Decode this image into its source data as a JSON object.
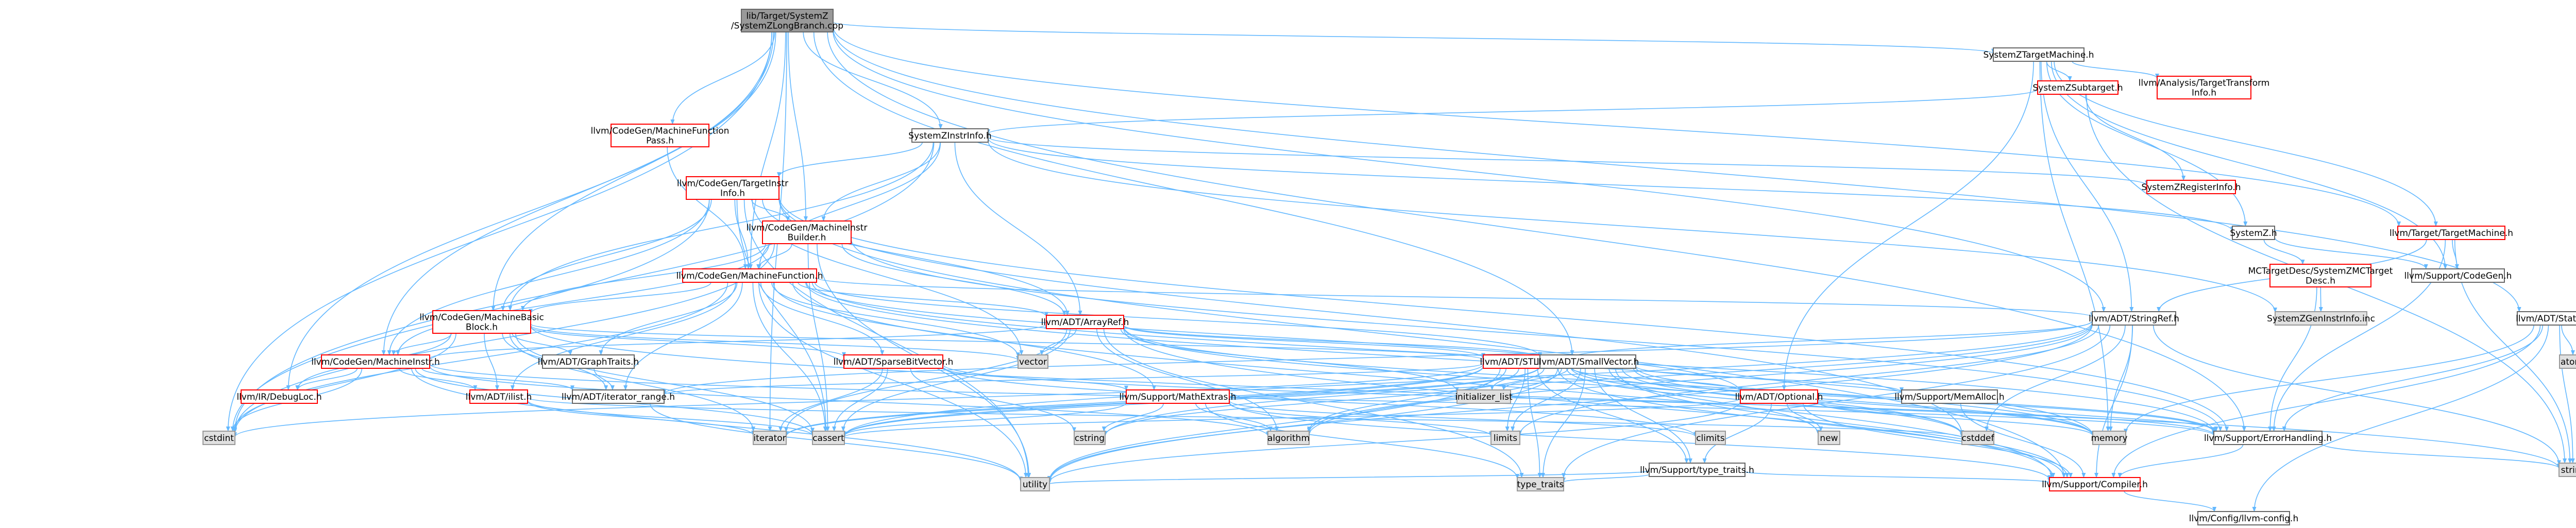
{
  "colors": {
    "root_fill": "#999999",
    "root_border": "#666666",
    "node_fill": "#ffffff",
    "node_border_red": "#ff0000",
    "node_border_normal": "#666666",
    "missing_fill": "#e0e0e0",
    "missing_border": "#999999",
    "edge": "#63b8ff"
  },
  "nodes": [
    {
      "id": "root",
      "lines": [
        "lib/Target/SystemZ",
        "/SystemZLongBranch.cpp"
      ],
      "style": "root"
    },
    {
      "id": "szTM",
      "lines": [
        "SystemZTargetMachine.h"
      ],
      "style": "normal"
    },
    {
      "id": "szST",
      "lines": [
        "SystemZSubtarget.h"
      ],
      "style": "red"
    },
    {
      "id": "tti",
      "lines": [
        "llvm/Analysis/TargetTransform",
        "Info.h"
      ],
      "style": "red"
    },
    {
      "id": "mfp",
      "lines": [
        "llvm/CodeGen/MachineFunction",
        "Pass.h"
      ],
      "style": "red"
    },
    {
      "id": "szII",
      "lines": [
        "SystemZInstrInfo.h"
      ],
      "style": "normal"
    },
    {
      "id": "szRI",
      "lines": [
        "SystemZRegisterInfo.h"
      ],
      "style": "red"
    },
    {
      "id": "tii",
      "lines": [
        "llvm/CodeGen/TargetInstr",
        "Info.h"
      ],
      "style": "red"
    },
    {
      "id": "mib",
      "lines": [
        "llvm/CodeGen/MachineInstr",
        "Builder.h"
      ],
      "style": "red"
    },
    {
      "id": "sz",
      "lines": [
        "SystemZ.h"
      ],
      "style": "normal"
    },
    {
      "id": "tm",
      "lines": [
        "llvm/Target/TargetMachine.h"
      ],
      "style": "red"
    },
    {
      "id": "mf",
      "lines": [
        "llvm/CodeGen/MachineFunction.h"
      ],
      "style": "red"
    },
    {
      "id": "mcdesc",
      "lines": [
        "MCTargetDesc/SystemZMCTarget",
        "Desc.h"
      ],
      "style": "red"
    },
    {
      "id": "codegen",
      "lines": [
        "llvm/Support/CodeGen.h"
      ],
      "style": "normal"
    },
    {
      "id": "szgen",
      "lines": [
        "SystemZGenInstrInfo.inc"
      ],
      "style": "missing"
    },
    {
      "id": "stringref",
      "lines": [
        "llvm/ADT/StringRef.h"
      ],
      "style": "normal"
    },
    {
      "id": "statistic",
      "lines": [
        "llvm/ADT/Statistic.h"
      ],
      "style": "normal"
    },
    {
      "id": "mbb",
      "lines": [
        "llvm/CodeGen/MachineBasic",
        "Block.h"
      ],
      "style": "red"
    },
    {
      "id": "arrayref",
      "lines": [
        "llvm/ADT/ArrayRef.h"
      ],
      "style": "red"
    },
    {
      "id": "atomic",
      "lines": [
        "atomic"
      ],
      "style": "missing"
    },
    {
      "id": "graphtraits",
      "lines": [
        "llvm/ADT/GraphTraits.h"
      ],
      "style": "normal"
    },
    {
      "id": "sbv",
      "lines": [
        "llvm/ADT/SparseBitVector.h"
      ],
      "style": "red"
    },
    {
      "id": "stlextras",
      "lines": [
        "llvm/ADT/STLExtras.h"
      ],
      "style": "red"
    },
    {
      "id": "smallvector",
      "lines": [
        "llvm/ADT/SmallVector.h"
      ],
      "style": "normal"
    },
    {
      "id": "vector",
      "lines": [
        "vector"
      ],
      "style": "missing"
    },
    {
      "id": "mi",
      "lines": [
        "llvm/CodeGen/MachineInstr.h"
      ],
      "style": "red"
    },
    {
      "id": "ilist",
      "lines": [
        "llvm/ADT/ilist.h"
      ],
      "style": "red"
    },
    {
      "id": "iterrange",
      "lines": [
        "llvm/ADT/iterator_range.h"
      ],
      "style": "normal"
    },
    {
      "id": "initlist",
      "lines": [
        "initializer_list"
      ],
      "style": "missing"
    },
    {
      "id": "optional",
      "lines": [
        "llvm/ADT/Optional.h"
      ],
      "style": "red"
    },
    {
      "id": "memalloc",
      "lines": [
        "llvm/Support/MemAlloc.h"
      ],
      "style": "normal"
    },
    {
      "id": "mathextras",
      "lines": [
        "llvm/Support/MathExtras.h"
      ],
      "style": "red"
    },
    {
      "id": "debugloc",
      "lines": [
        "llvm/IR/DebugLoc.h"
      ],
      "style": "red"
    },
    {
      "id": "cstdint",
      "lines": [
        "cstdint"
      ],
      "style": "missing"
    },
    {
      "id": "iterator",
      "lines": [
        "iterator"
      ],
      "style": "missing"
    },
    {
      "id": "cassert",
      "lines": [
        "cassert"
      ],
      "style": "missing"
    },
    {
      "id": "cstring",
      "lines": [
        "cstring"
      ],
      "style": "missing"
    },
    {
      "id": "algorithm",
      "lines": [
        "algorithm"
      ],
      "style": "missing"
    },
    {
      "id": "limits",
      "lines": [
        "limits"
      ],
      "style": "missing"
    },
    {
      "id": "climits",
      "lines": [
        "climits"
      ],
      "style": "missing"
    },
    {
      "id": "new",
      "lines": [
        "new"
      ],
      "style": "missing"
    },
    {
      "id": "cstddef",
      "lines": [
        "cstddef"
      ],
      "style": "missing"
    },
    {
      "id": "memory",
      "lines": [
        "memory"
      ],
      "style": "missing"
    },
    {
      "id": "errhandling",
      "lines": [
        "llvm/Support/ErrorHandling.h"
      ],
      "style": "normal"
    },
    {
      "id": "string",
      "lines": [
        "string"
      ],
      "style": "missing"
    },
    {
      "id": "typetraits_llvm",
      "lines": [
        "llvm/Support/type_traits.h"
      ],
      "style": "normal"
    },
    {
      "id": "utility",
      "lines": [
        "utility"
      ],
      "style": "missing"
    },
    {
      "id": "type_traits",
      "lines": [
        "type_traits"
      ],
      "style": "missing"
    },
    {
      "id": "compiler",
      "lines": [
        "llvm/Support/Compiler.h"
      ],
      "style": "red"
    },
    {
      "id": "llvmconfig",
      "lines": [
        "llvm/Config/llvm-config.h"
      ],
      "style": "normal"
    }
  ],
  "edges": [
    [
      "root",
      "szTM"
    ],
    [
      "root",
      "mfp"
    ],
    [
      "root",
      "szII"
    ],
    [
      "root",
      "mib"
    ],
    [
      "root",
      "mf"
    ],
    [
      "root",
      "mbb"
    ],
    [
      "root",
      "mi"
    ],
    [
      "root",
      "debugloc"
    ],
    [
      "root",
      "stringref"
    ],
    [
      "root",
      "statistic"
    ],
    [
      "root",
      "smallvector"
    ],
    [
      "root",
      "cstdint"
    ],
    [
      "root",
      "iterator"
    ],
    [
      "root",
      "errhandling"
    ],
    [
      "root",
      "tm"
    ],
    [
      "szTM",
      "szST"
    ],
    [
      "szTM",
      "tti"
    ],
    [
      "szTM",
      "sz"
    ],
    [
      "szTM",
      "tm"
    ],
    [
      "szTM",
      "codegen"
    ],
    [
      "szTM",
      "stringref"
    ],
    [
      "szTM",
      "memory"
    ],
    [
      "szTM",
      "optional"
    ],
    [
      "szST",
      "szII"
    ],
    [
      "szST",
      "szRI"
    ],
    [
      "szST",
      "string"
    ],
    [
      "mfp",
      "mf"
    ],
    [
      "szII",
      "sz"
    ],
    [
      "szII",
      "szRI"
    ],
    [
      "szII",
      "tii"
    ],
    [
      "szII",
      "mib"
    ],
    [
      "szII",
      "mf"
    ],
    [
      "szII",
      "mbb"
    ],
    [
      "szII",
      "arrayref"
    ],
    [
      "szII",
      "cstdint"
    ],
    [
      "szII",
      "szgen"
    ],
    [
      "tii",
      "mib"
    ],
    [
      "tii",
      "mf"
    ],
    [
      "tii",
      "mbb"
    ],
    [
      "tii",
      "mi"
    ],
    [
      "tii",
      "arrayref"
    ],
    [
      "tii",
      "cstdint"
    ],
    [
      "tii",
      "cassert"
    ],
    [
      "tii",
      "utility"
    ],
    [
      "tii",
      "vector"
    ],
    [
      "tii",
      "errhandling"
    ],
    [
      "tii",
      "compiler"
    ],
    [
      "tii",
      "cstddef"
    ],
    [
      "mib",
      "mf"
    ],
    [
      "mib",
      "mbb"
    ],
    [
      "mib",
      "mi"
    ],
    [
      "mib",
      "arrayref"
    ],
    [
      "mib",
      "cassert"
    ],
    [
      "mib",
      "cstdint"
    ],
    [
      "mib",
      "utility"
    ],
    [
      "mib",
      "errhandling"
    ],
    [
      "sz",
      "mcdesc"
    ],
    [
      "sz",
      "codegen"
    ],
    [
      "tm",
      "codegen"
    ],
    [
      "tm",
      "stringref"
    ],
    [
      "tm",
      "errhandling"
    ],
    [
      "tm",
      "string"
    ],
    [
      "mcdesc",
      "szgen"
    ],
    [
      "mcdesc",
      "errhandling"
    ],
    [
      "mf",
      "mbb"
    ],
    [
      "mf",
      "arrayref"
    ],
    [
      "mf",
      "graphtraits"
    ],
    [
      "mf",
      "sbv"
    ],
    [
      "mf",
      "smallvector"
    ],
    [
      "mf",
      "ilist"
    ],
    [
      "mf",
      "iterrange"
    ],
    [
      "mf",
      "cassert"
    ],
    [
      "mf",
      "cstdint"
    ],
    [
      "mf",
      "memory"
    ],
    [
      "mf",
      "utility"
    ],
    [
      "mf",
      "vector"
    ],
    [
      "mf",
      "stringref"
    ],
    [
      "mf",
      "optional"
    ],
    [
      "mf",
      "mathextras"
    ],
    [
      "mf",
      "errhandling"
    ],
    [
      "mf",
      "compiler"
    ],
    [
      "stringref",
      "stlextras"
    ],
    [
      "stringref",
      "iterrange"
    ],
    [
      "stringref",
      "compiler"
    ],
    [
      "stringref",
      "algorithm"
    ],
    [
      "stringref",
      "cassert"
    ],
    [
      "stringref",
      "cstddef"
    ],
    [
      "stringref",
      "cstring"
    ],
    [
      "stringref",
      "limits"
    ],
    [
      "stringref",
      "string"
    ],
    [
      "stringref",
      "type_traits"
    ],
    [
      "stringref",
      "utility"
    ],
    [
      "stringref",
      "memory"
    ],
    [
      "statistic",
      "atomic"
    ],
    [
      "statistic",
      "memory"
    ],
    [
      "statistic",
      "compiler"
    ],
    [
      "statistic",
      "errhandling"
    ],
    [
      "statistic",
      "llvmconfig"
    ],
    [
      "statistic",
      "string"
    ],
    [
      "mbb",
      "graphtraits"
    ],
    [
      "mbb",
      "sbv"
    ],
    [
      "mbb",
      "mi"
    ],
    [
      "mbb",
      "ilist"
    ],
    [
      "mbb",
      "iterrange"
    ],
    [
      "mbb",
      "debugloc"
    ],
    [
      "mbb",
      "cassert"
    ],
    [
      "mbb",
      "cstdint"
    ],
    [
      "mbb",
      "iterator"
    ],
    [
      "mbb",
      "string"
    ],
    [
      "mbb",
      "vector"
    ],
    [
      "mbb",
      "stlextras"
    ],
    [
      "arrayref",
      "smallvector"
    ],
    [
      "arrayref",
      "stlextras"
    ],
    [
      "arrayref",
      "compiler"
    ],
    [
      "arrayref",
      "algorithm"
    ],
    [
      "arrayref",
      "array"
    ],
    [
      "arrayref",
      "cassert"
    ],
    [
      "arrayref",
      "cstddef"
    ],
    [
      "arrayref",
      "initlist"
    ],
    [
      "arrayref",
      "iterator"
    ],
    [
      "arrayref",
      "memory"
    ],
    [
      "arrayref",
      "type_traits"
    ],
    [
      "arrayref",
      "vector"
    ],
    [
      "graphtraits",
      "iterrange"
    ],
    [
      "sbv",
      "mathextras"
    ],
    [
      "sbv",
      "errhandling"
    ],
    [
      "sbv",
      "cassert"
    ],
    [
      "sbv",
      "climits"
    ],
    [
      "sbv",
      "cstring"
    ],
    [
      "sbv",
      "iterator"
    ],
    [
      "stlextras",
      "optional"
    ],
    [
      "stlextras",
      "iterrange"
    ],
    [
      "stlextras",
      "compiler"
    ],
    [
      "stlextras",
      "errhandling"
    ],
    [
      "stlextras",
      "algorithm"
    ],
    [
      "stlextras",
      "cassert"
    ],
    [
      "stlextras",
      "cstddef"
    ],
    [
      "stlextras",
      "cstdint"
    ],
    [
      "stlextras",
      "cstdlib"
    ],
    [
      "stlextras",
      "initlist"
    ],
    [
      "stlextras",
      "iterator"
    ],
    [
      "stlextras",
      "limits"
    ],
    [
      "stlextras",
      "memory"
    ],
    [
      "stlextras",
      "utility"
    ],
    [
      "stlextras",
      "type_traits"
    ],
    [
      "stlextras",
      "typetraits_llvm"
    ],
    [
      "smallvector",
      "compiler"
    ],
    [
      "smallvector",
      "memalloc"
    ],
    [
      "smallvector",
      "typetraits_llvm"
    ],
    [
      "smallvector",
      "algorithm"
    ],
    [
      "smallvector",
      "cassert"
    ],
    [
      "smallvector",
      "cstddef"
    ],
    [
      "smallvector",
      "cstdlib"
    ],
    [
      "smallvector",
      "cstring"
    ],
    [
      "smallvector",
      "initlist"
    ],
    [
      "smallvector",
      "iterator"
    ],
    [
      "smallvector",
      "limits"
    ],
    [
      "smallvector",
      "memory"
    ],
    [
      "smallvector",
      "new"
    ],
    [
      "smallvector",
      "type_traits"
    ],
    [
      "smallvector",
      "utility"
    ],
    [
      "smallvector",
      "errhandling"
    ],
    [
      "mi",
      "ilist"
    ],
    [
      "mi",
      "iterrange"
    ],
    [
      "mi",
      "debugloc"
    ],
    [
      "mi",
      "arrayref"
    ],
    [
      "mi",
      "cassert"
    ],
    [
      "mi",
      "cstdint"
    ],
    [
      "mi",
      "utility"
    ],
    [
      "mi",
      "algorithm"
    ],
    [
      "mi",
      "errhandling"
    ],
    [
      "ilist",
      "iterator"
    ],
    [
      "ilist",
      "cassert"
    ],
    [
      "ilist",
      "cstddef"
    ],
    [
      "iterrange",
      "utility"
    ],
    [
      "optional",
      "compiler"
    ],
    [
      "optional",
      "typetraits_llvm"
    ],
    [
      "optional",
      "cassert"
    ],
    [
      "optional",
      "memory"
    ],
    [
      "optional",
      "new"
    ],
    [
      "optional",
      "utility"
    ],
    [
      "memalloc",
      "compiler"
    ],
    [
      "memalloc",
      "errhandling"
    ],
    [
      "memalloc",
      "cstdlib"
    ],
    [
      "mathextras",
      "compiler"
    ],
    [
      "mathextras",
      "algorithm"
    ],
    [
      "mathextras",
      "cassert"
    ],
    [
      "mathextras",
      "climits"
    ],
    [
      "mathextras",
      "cstring"
    ],
    [
      "mathextras",
      "limits"
    ],
    [
      "mathextras",
      "type_traits"
    ],
    [
      "errhandling",
      "compiler"
    ],
    [
      "errhandling",
      "string"
    ],
    [
      "typetraits_llvm",
      "compiler"
    ],
    [
      "typetraits_llvm",
      "type_traits"
    ],
    [
      "typetraits_llvm",
      "utility"
    ],
    [
      "compiler",
      "llvmconfig"
    ]
  ]
}
